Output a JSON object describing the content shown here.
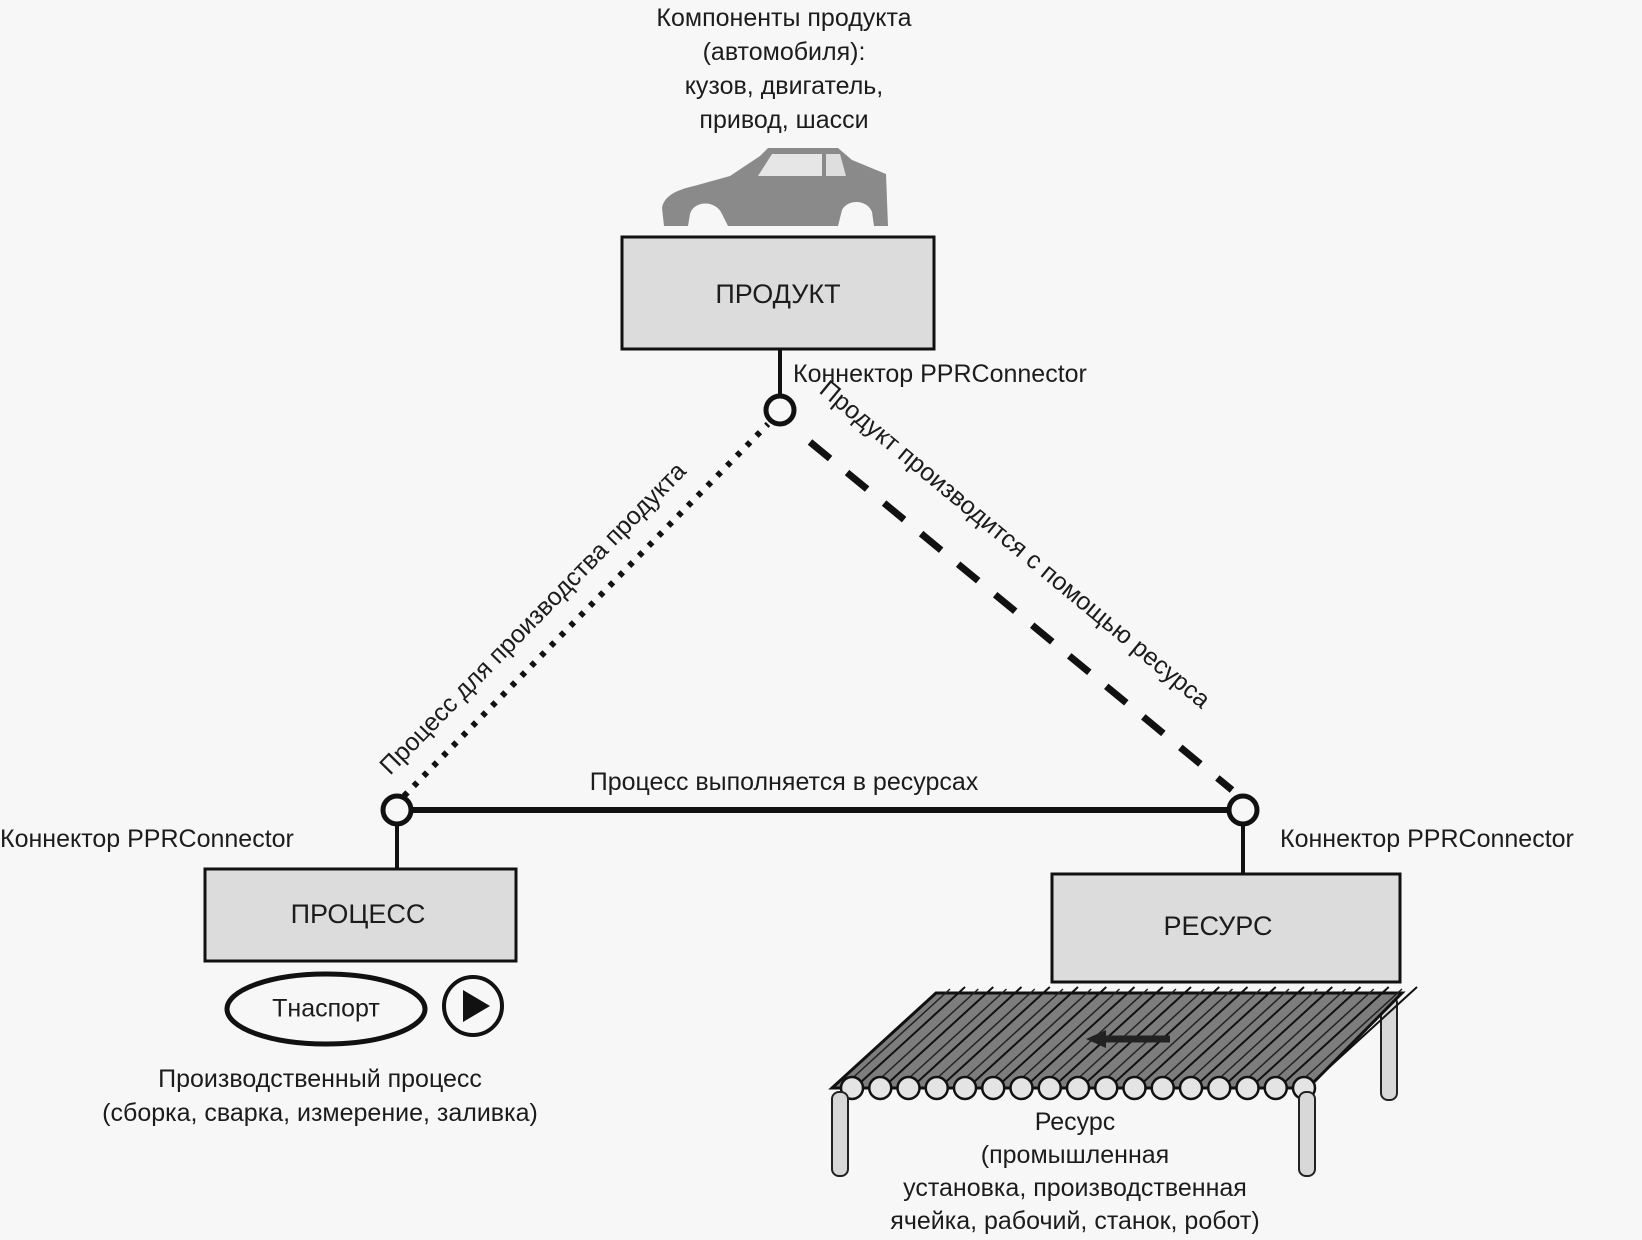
{
  "diagram": {
    "product": {
      "title": "ПРОДУКТ",
      "caption_lines": [
        "Компоненты продукта",
        "(автомобиля):",
        "кузов, двигатель,",
        "привод, шасси"
      ],
      "icon": "car-icon",
      "connector_label": "Коннектор PPRConnector"
    },
    "process": {
      "title": "ПРОЦЕСС",
      "badge_label": "Тнаспорт",
      "badge_icon": "play-icon",
      "caption_lines": [
        "Производственный процесс",
        "(сборка, сварка, измерение, заливка)"
      ],
      "connector_label": "Коннектор PPRConnector"
    },
    "resource": {
      "title": "РЕСУРС",
      "icon": "conveyor-icon",
      "caption_lines": [
        "Ресурс",
        "(промышленная",
        "установка, производственная",
        "ячейка, рабочий, станок, робот)"
      ],
      "connector_label": "Коннектор PPRConnector"
    },
    "edges": [
      {
        "from": "process",
        "to": "product",
        "style": "dotted",
        "label": "Процесс для производства продукта"
      },
      {
        "from": "product",
        "to": "resource",
        "style": "dashed",
        "label": "Продукт производится с помощью ресурса"
      },
      {
        "from": "process",
        "to": "resource",
        "style": "solid",
        "label": "Процесс выполняется в ресурсах"
      }
    ],
    "colors": {
      "box_fill": "#dcdcdc",
      "stroke": "#111111",
      "car_fill": "#8a8a8a",
      "conveyor_fill": "#7d7d7d",
      "leg_fill": "#d8d8d8"
    }
  }
}
